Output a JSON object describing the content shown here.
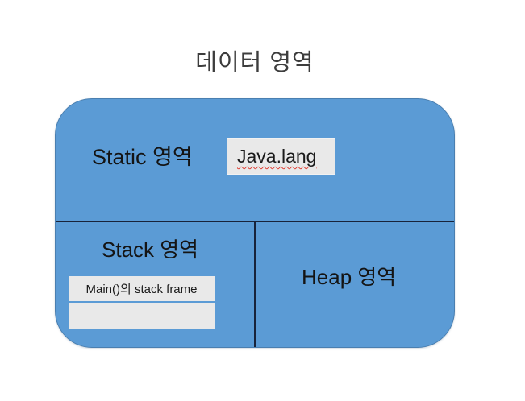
{
  "title": "데이터 영역",
  "colors": {
    "shape_fill": "#5b9bd5",
    "shape_border": "#4a7fb0",
    "divider": "#18233a",
    "inner_box_fill": "#e9e9e9",
    "title_text": "#3d3d3d",
    "label_text": "#141414",
    "spellcheck_underline": "#e03c31",
    "background": "#ffffff"
  },
  "regions": {
    "static": {
      "label": "Static 영역",
      "box_label": "Java.lang"
    },
    "stack": {
      "label": "Stack 영역",
      "frames": [
        {
          "label": "Main()의 stack frame"
        },
        {
          "label": ""
        }
      ]
    },
    "heap": {
      "label": "Heap 영역"
    }
  }
}
